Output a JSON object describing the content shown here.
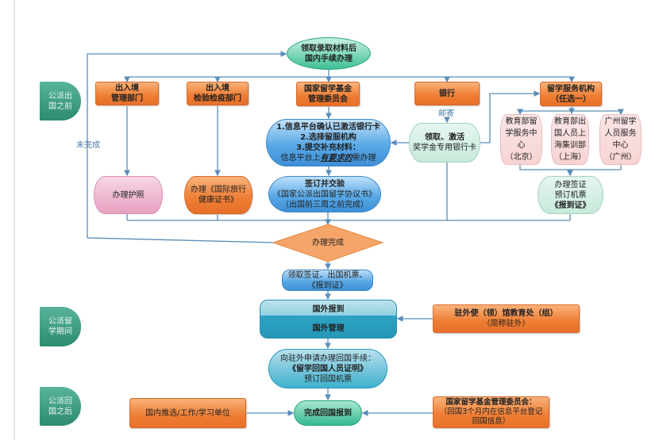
{
  "phases": [
    "公派出国之前",
    "公派留学期间",
    "公派回国之后"
  ],
  "start": [
    "领取录取材料后",
    "国内手续办理"
  ],
  "not_done_label": "未完成",
  "mail_label": "邮寄",
  "top_boxes": {
    "exit_entry": [
      "出入境",
      "管理部门"
    ],
    "quarantine": [
      "出入境",
      "检验检疫部门"
    ],
    "csc": [
      "国家留学基金",
      "管理委员会"
    ],
    "bank": [
      "银行"
    ],
    "service": [
      "留学服务机构",
      "（任选一）"
    ]
  },
  "steps": {
    "platform": [
      "1.信息平台确认已激活银行卡",
      "2.选择留服机构",
      "3.提交补充材料：",
      "信息平台上",
      "有要求的",
      "需办理"
    ],
    "agreement": [
      "签订并交验",
      "《国家公派出国留学协议书》",
      "（出国前三周之前完成）"
    ],
    "bank_card": [
      "领取、激活",
      "奖学金专用银行卡"
    ],
    "passport": "办理护照",
    "health": [
      "办理《国际旅行",
      "健康证书》"
    ],
    "centers": [
      [
        "教育部留",
        "学服务中",
        "心",
        "（北京）"
      ],
      [
        "教育部出",
        "国人员上",
        "海集训部",
        "（上海）"
      ],
      [
        "广州留学",
        "人员服务",
        "中心",
        "（广州）"
      ]
    ],
    "visa": [
      "办理签证",
      "预订机票",
      "《报到证》"
    ],
    "done": "办理完成",
    "collect": [
      "领取签证、出国机票、",
      "《报到证》"
    ],
    "abroad": [
      "国外报到",
      "国外管理"
    ],
    "embassy": [
      "驻外使（领）馆教育处（组）",
      "（简称驻外）"
    ],
    "return_apply": [
      "向驻外申请办理回国手续：",
      "《留学回国人员证明》",
      "预订回国机票"
    ],
    "return_done": "完成回国报到",
    "unit": "国内推选/工作/学习单位",
    "csc_return": [
      "国家留学基金管理委员会：",
      "（回国3个月内在信息平台登记",
      "回国信息）"
    ]
  },
  "colors": {
    "line": "#5b8db8",
    "orange": "#ee7d33",
    "phase": "#2d8b72",
    "blue": "#5aa9e6",
    "teal": "#2596b6"
  }
}
